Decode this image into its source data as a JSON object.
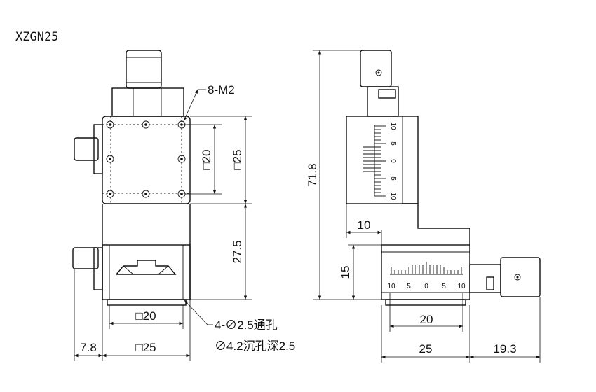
{
  "drawing": {
    "model": "XZGN25",
    "front": {
      "holes_label": "8-M2",
      "inner_square": "□20",
      "outer_square": "□25",
      "height_27_5": "27.5",
      "bottom_inner_square": "□20",
      "bottom_width": "□25",
      "offset_7_8": "7.8",
      "note_line1": "4-∅2.5通孔",
      "note_line2": "∅4.2沉孔深2.5"
    },
    "side": {
      "total_height": "71.8",
      "dim_10": "10",
      "dim_15": "15",
      "dim_20": "20",
      "dim_25": "25",
      "dim_19_3": "19.3",
      "vertical_scale_labels": [
        "10",
        "5",
        "0",
        "5",
        "10"
      ],
      "horizontal_scale_labels": [
        "10",
        "5",
        "0",
        "5",
        "10"
      ]
    }
  }
}
